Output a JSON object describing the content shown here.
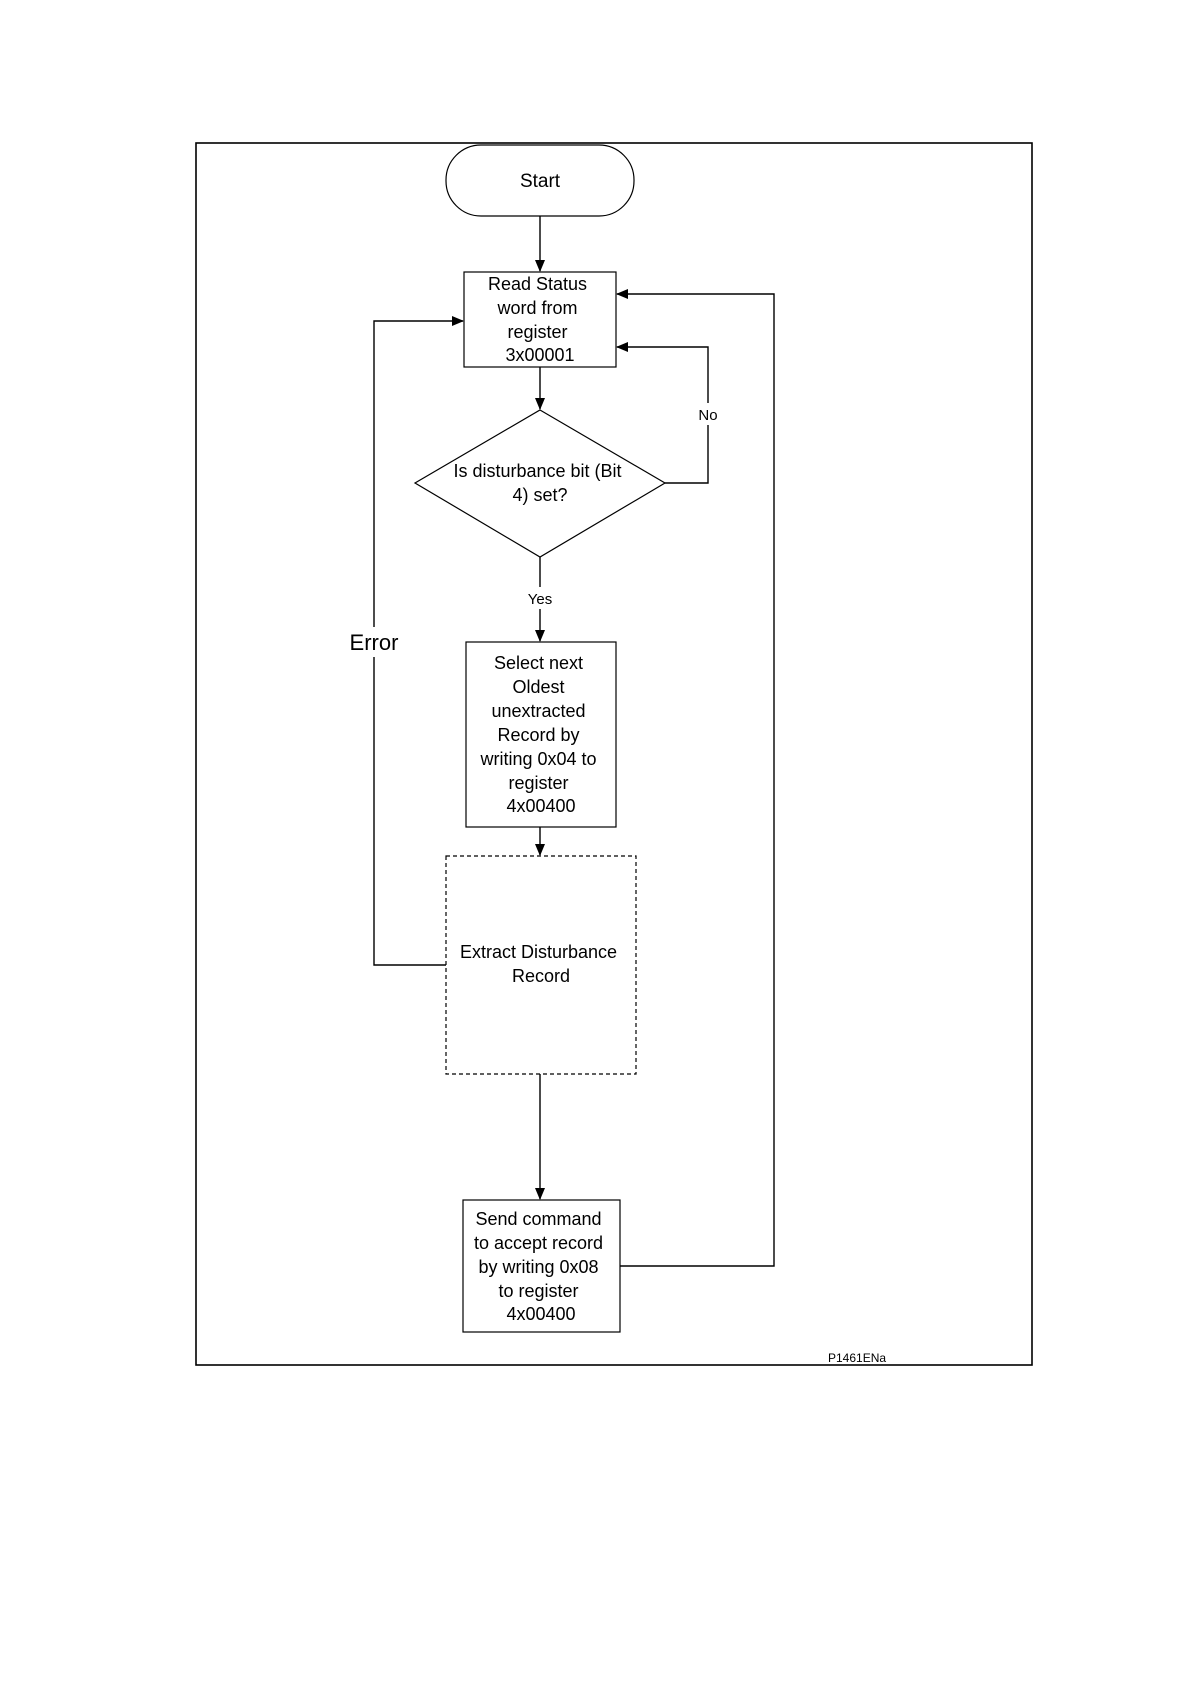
{
  "diagram": {
    "start": "Start",
    "read_status": [
      "Read Status",
      "word from",
      "register",
      "3x00001"
    ],
    "decision": [
      "Is disturbance bit (Bit",
      "4) set?"
    ],
    "branch_no": "No",
    "branch_yes": "Yes",
    "select_record": [
      "Select next",
      "Oldest",
      "unextracted",
      "Record by",
      "writing 0x04 to",
      "register",
      "4x00400"
    ],
    "extract_record": [
      "Extract Disturbance",
      "Record"
    ],
    "accept_record": [
      "Send command",
      "to accept record",
      "by writing 0x08",
      "to register",
      "4x00400"
    ],
    "error_label": "Error",
    "figure_ref": "P1461ENa"
  }
}
